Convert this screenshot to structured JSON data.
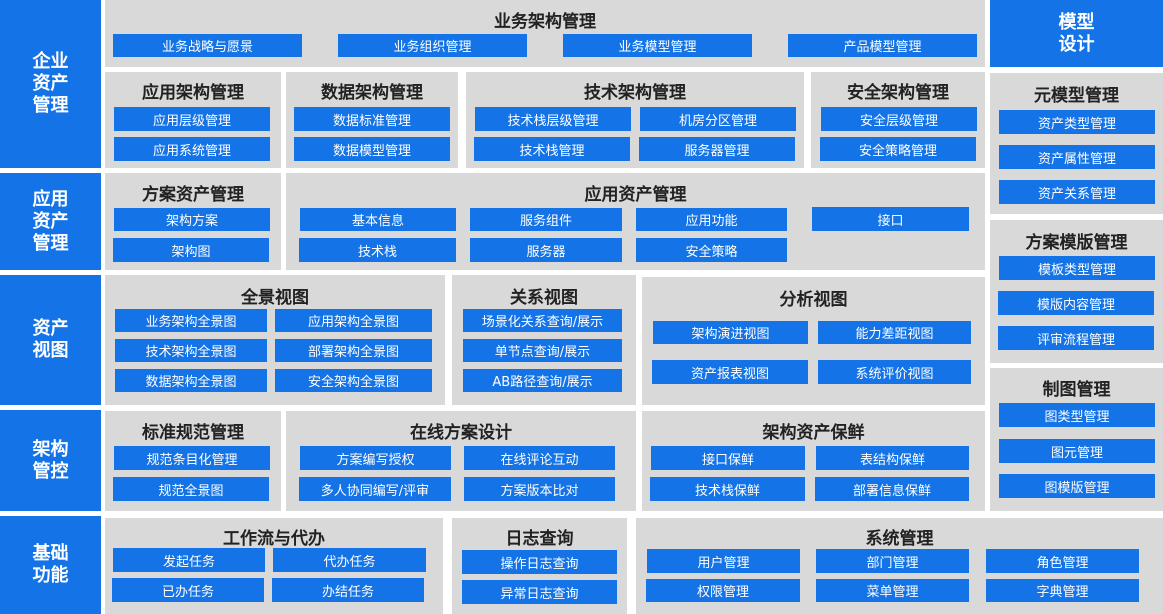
{
  "colors": {
    "accent": "#1473e6",
    "panel": "#d9d9d9",
    "title_text": "#222222",
    "button_text": "#ffffff"
  },
  "categories": [
    {
      "label": "企业\n资产\n管理"
    },
    {
      "label": "应用\n资产\n管理"
    },
    {
      "label": "资产\n视图"
    },
    {
      "label": "架构\n管控"
    },
    {
      "label": "基础\n功能"
    },
    {
      "label": "模型\n设计"
    }
  ],
  "panels": {
    "biz_arch": {
      "title": "业务架构管理",
      "items": [
        "业务战略与愿景",
        "业务组织管理",
        "业务模型管理",
        "产品模型管理"
      ]
    },
    "app_arch": {
      "title": "应用架构管理",
      "items": [
        "应用层级管理",
        "应用系统管理"
      ]
    },
    "data_arch": {
      "title": "数据架构管理",
      "items": [
        "数据标准管理",
        "数据模型管理"
      ]
    },
    "tech_arch": {
      "title": "技术架构管理",
      "items": [
        "技术栈层级管理",
        "机房分区管理",
        "技术栈管理",
        "服务器管理"
      ]
    },
    "sec_arch": {
      "title": "安全架构管理",
      "items": [
        "安全层级管理",
        "安全策略管理"
      ]
    },
    "meta_model": {
      "title": "元模型管理",
      "items": [
        "资产类型管理",
        "资产属性管理",
        "资产关系管理"
      ]
    },
    "solution_tpl": {
      "title": "方案模版管理",
      "items": [
        "模板类型管理",
        "模版内容管理",
        "评审流程管理"
      ]
    },
    "solution_asset": {
      "title": "方案资产管理",
      "items": [
        "架构方案",
        "架构图"
      ]
    },
    "app_asset": {
      "title": "应用资产管理",
      "items": [
        "基本信息",
        "服务组件",
        "应用功能",
        "接口",
        "技术栈",
        "服务器",
        "安全策略"
      ]
    },
    "panorama": {
      "title": "全景视图",
      "items": [
        "业务架构全景图",
        "应用架构全景图",
        "技术架构全景图",
        "部署架构全景图",
        "数据架构全景图",
        "安全架构全景图"
      ]
    },
    "relation": {
      "title": "关系视图",
      "items": [
        "场景化关系查询/展示",
        "单节点查询/展示",
        "AB路径查询/展示"
      ]
    },
    "analysis": {
      "title": "分析视图",
      "items": [
        "架构演进视图",
        "能力差距视图",
        "资产报表视图",
        "系统评价视图"
      ]
    },
    "drawing": {
      "title": "制图管理",
      "items": [
        "图类型管理",
        "图元管理",
        "图模版管理"
      ]
    },
    "standard": {
      "title": "标准规范管理",
      "items": [
        "规范条目化管理",
        "规范全景图"
      ]
    },
    "online_design": {
      "title": "在线方案设计",
      "items": [
        "方案编写授权",
        "在线评论互动",
        "多人协同编写/评审",
        "方案版本比对"
      ]
    },
    "fresh": {
      "title": "架构资产保鲜",
      "items": [
        "接口保鲜",
        "表结构保鲜",
        "技术栈保鲜",
        "部署信息保鲜"
      ]
    },
    "workflow": {
      "title": "工作流与代办",
      "items": [
        "发起任务",
        "代办任务",
        "已办任务",
        "办结任务"
      ]
    },
    "log": {
      "title": "日志查询",
      "items": [
        "操作日志查询",
        "异常日志查询"
      ]
    },
    "sysmgr": {
      "title": "系统管理",
      "items": [
        "用户管理",
        "部门管理",
        "角色管理",
        "权限管理",
        "菜单管理",
        "字典管理"
      ]
    }
  }
}
